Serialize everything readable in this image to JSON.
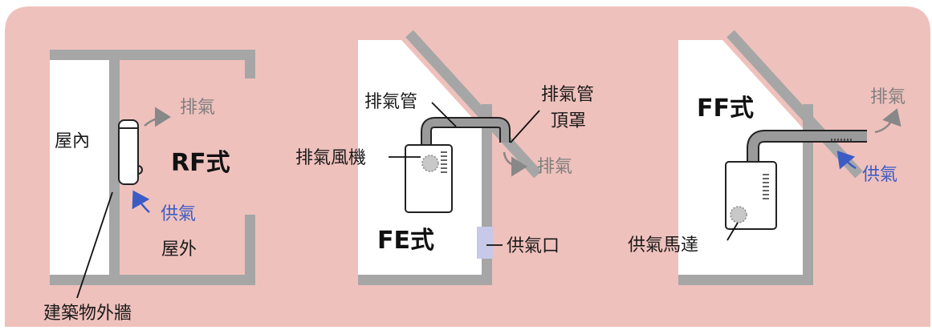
{
  "panels": {
    "rf": {
      "type_label": "RF式",
      "indoor": "屋內",
      "outdoor": "屋外",
      "exhaust": "排氣",
      "supply": "供氣",
      "wall": "建築物外牆"
    },
    "fe": {
      "type_label": "FE式",
      "exhaust_pipe": "排氣管",
      "pipe_cap_line1": "排氣管",
      "pipe_cap_line2": "頂罩",
      "exhaust_fan": "排氣風機",
      "exhaust": "排氣",
      "supply_port": "供氣口"
    },
    "ff": {
      "type_label": "FF式",
      "exhaust": "排氣",
      "supply": "供氣",
      "supply_motor": "供氣馬達"
    }
  },
  "colors": {
    "background": "#efc1bc",
    "wall": "#a6a6a6",
    "arrow_exhaust": "#888888",
    "arrow_supply": "#3b5cc4"
  }
}
